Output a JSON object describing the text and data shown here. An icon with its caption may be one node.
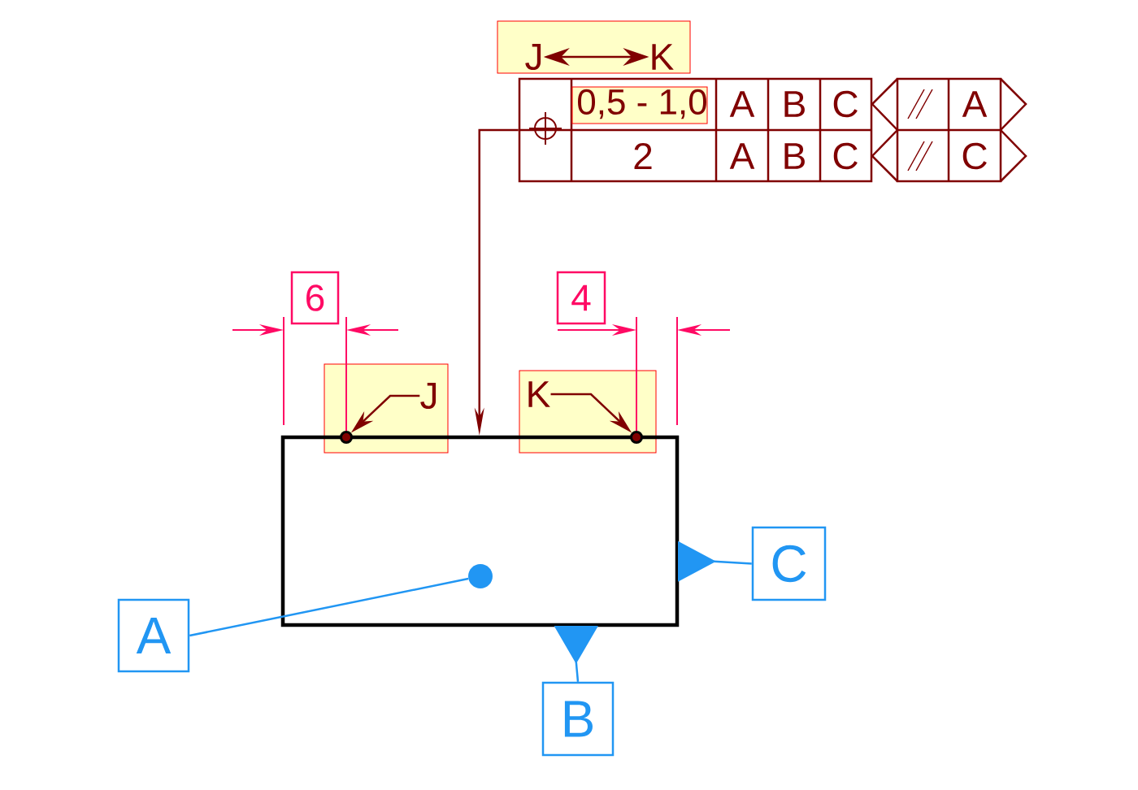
{
  "diagram": {
    "nodes": [
      {
        "text": [],
        "shape": "box"
      },
      {
        "text": [
          "J"
        ],
        "in": 0
      },
      {
        "text": [
          "K"
        ],
        "in": 0
      },
      {
        "text": [
          "0,5 - 1,0",
          "A",
          "B",
          "C",
          "2",
          "A",
          "B",
          "C"
        ]
      },
      {
        "text": [
          "A",
          "C"
        ]
      },
      {
        "text": [],
        "shape": "box"
      },
      {
        "text": [],
        "shape": "box"
      },
      {
        "text": [
          "J"
        ],
        "in": 6
      },
      {
        "text": [],
        "shape": "circle",
        "in": 6
      },
      {
        "text": [],
        "shape": "box"
      },
      {
        "text": [
          "K"
        ],
        "in": 9
      },
      {
        "text": [],
        "shape": "circle",
        "in": 9
      },
      {
        "text": [
          "6"
        ]
      },
      {
        "text": [
          "4"
        ]
      },
      {
        "text": [
          "A"
        ]
      },
      {
        "text": [
          "B"
        ]
      },
      {
        "text": [
          "C"
        ]
      },
      {
        "text": [],
        "shape": "circle",
        "in": 5
      }
    ],
    "edges": [
      {
        "from": 1,
        "to": 2,
        "arrow": "both"
      },
      {
        "from": 3,
        "to": 5,
        "arrow": "to"
      },
      {
        "from": 7,
        "to": 8,
        "arrow": "to"
      },
      {
        "from": 10,
        "to": 11,
        "arrow": "to"
      },
      {
        "from": 14,
        "to": 17,
        "arrow": "none",
        "color": "#2196f3"
      },
      {
        "from": 5,
        "to": 15,
        "arrow": "to",
        "color": "#2196f3"
      },
      {
        "from": 5,
        "to": 16,
        "arrow": "to",
        "color": "#2196f3"
      }
    ]
  }
}
